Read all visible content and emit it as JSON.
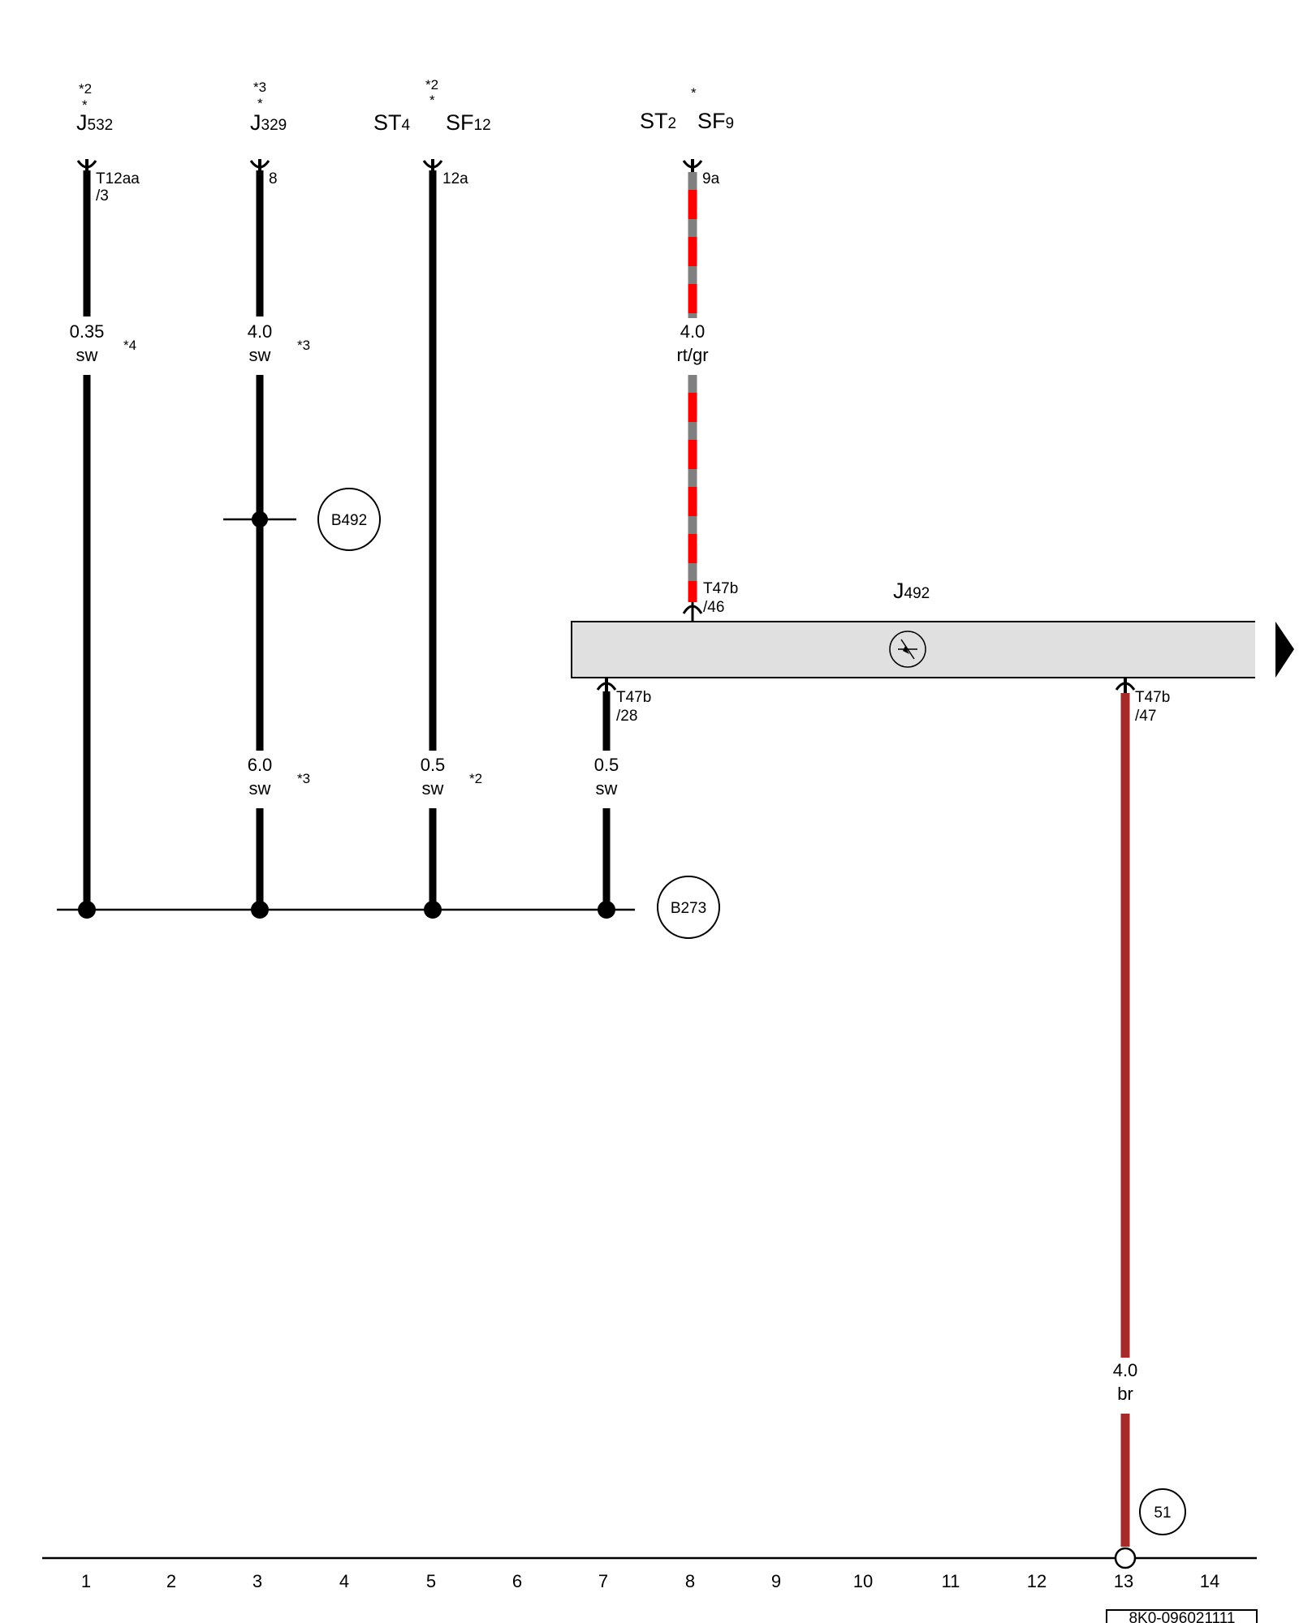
{
  "components": {
    "j532": {
      "prefix": "J",
      "sub": "532",
      "note1": "*2",
      "note2": "*"
    },
    "j329": {
      "prefix": "J",
      "sub": "329",
      "note1": "*3",
      "note2": "*"
    },
    "st4": {
      "prefix": "ST",
      "sub": "4"
    },
    "sf12": {
      "prefix": "SF",
      "sub": "12",
      "note1": "*2",
      "note2": "*"
    },
    "st2": {
      "prefix": "ST",
      "sub": "2"
    },
    "sf9": {
      "prefix": "SF",
      "sub": "9",
      "note1": "*"
    },
    "j492": {
      "prefix": "J",
      "sub": "492"
    }
  },
  "connectors": {
    "c1": {
      "line1": "T12aa",
      "line2": "/3"
    },
    "c3": {
      "line1": "8"
    },
    "c5": {
      "line1": "12a"
    },
    "c8": {
      "line1": "9a"
    },
    "j492_in": {
      "line1": "T47b",
      "line2": "/46"
    },
    "j492_out28": {
      "line1": "T47b",
      "line2": "/28"
    },
    "j492_out47": {
      "line1": "T47b",
      "line2": "/47"
    }
  },
  "wires": {
    "w1": {
      "size": "0.35",
      "color": "sw",
      "note": "*4"
    },
    "w3a": {
      "size": "4.0",
      "color": "sw",
      "note": "*3"
    },
    "w3b": {
      "size": "6.0",
      "color": "sw",
      "note": "*3"
    },
    "w5": {
      "size": "0.5",
      "color": "sw",
      "note": "*2"
    },
    "w7": {
      "size": "0.5",
      "color": "sw"
    },
    "w8": {
      "size": "4.0",
      "color": "rt/gr"
    },
    "w13": {
      "size": "4.0",
      "color": "br"
    }
  },
  "ground_points": {
    "b492": "B492",
    "b273": "B273",
    "p51": "51"
  },
  "axis_numbers": [
    "1",
    "2",
    "3",
    "4",
    "5",
    "6",
    "7",
    "8",
    "9",
    "10",
    "11",
    "12",
    "13",
    "14"
  ],
  "diagram_code": "8K0-096021111",
  "colors": {
    "wire_black": "#000000",
    "wire_red": "#ff0000",
    "wire_grey": "#808080",
    "wire_brown": "#a52a2a",
    "module_fill": "#e0e0e0"
  }
}
